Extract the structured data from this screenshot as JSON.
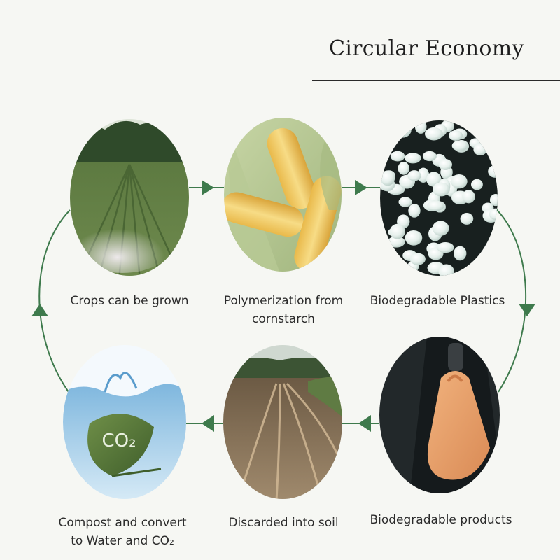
{
  "title": "Circular Economy",
  "colors": {
    "arrow": "#3e7a4c",
    "background": "#f6f7f3",
    "text": "#2b2b2b"
  },
  "steps": [
    {
      "id": "crops",
      "label_lines": [
        "Crops can be grown"
      ],
      "image": "crop-field-photo"
    },
    {
      "id": "polymerization",
      "label_lines": [
        "Polymerization from",
        "cornstarch"
      ],
      "image": "corn-cobs-photo"
    },
    {
      "id": "plastics",
      "label_lines": [
        "Biodegradable Plastics"
      ],
      "image": "plastic-pellets-photo"
    },
    {
      "id": "products",
      "label_lines": [
        "Biodegradable products"
      ],
      "image": "plastic-bag-photo"
    },
    {
      "id": "soil",
      "label_lines": [
        "Discarded into soil"
      ],
      "image": "plowed-soil-photo"
    },
    {
      "id": "compost",
      "label_lines": [
        "Compost and convert",
        "to Water and CO₂"
      ],
      "image": "water-leaf-co2-photo"
    }
  ],
  "compost_leaf_text": "CO₂"
}
